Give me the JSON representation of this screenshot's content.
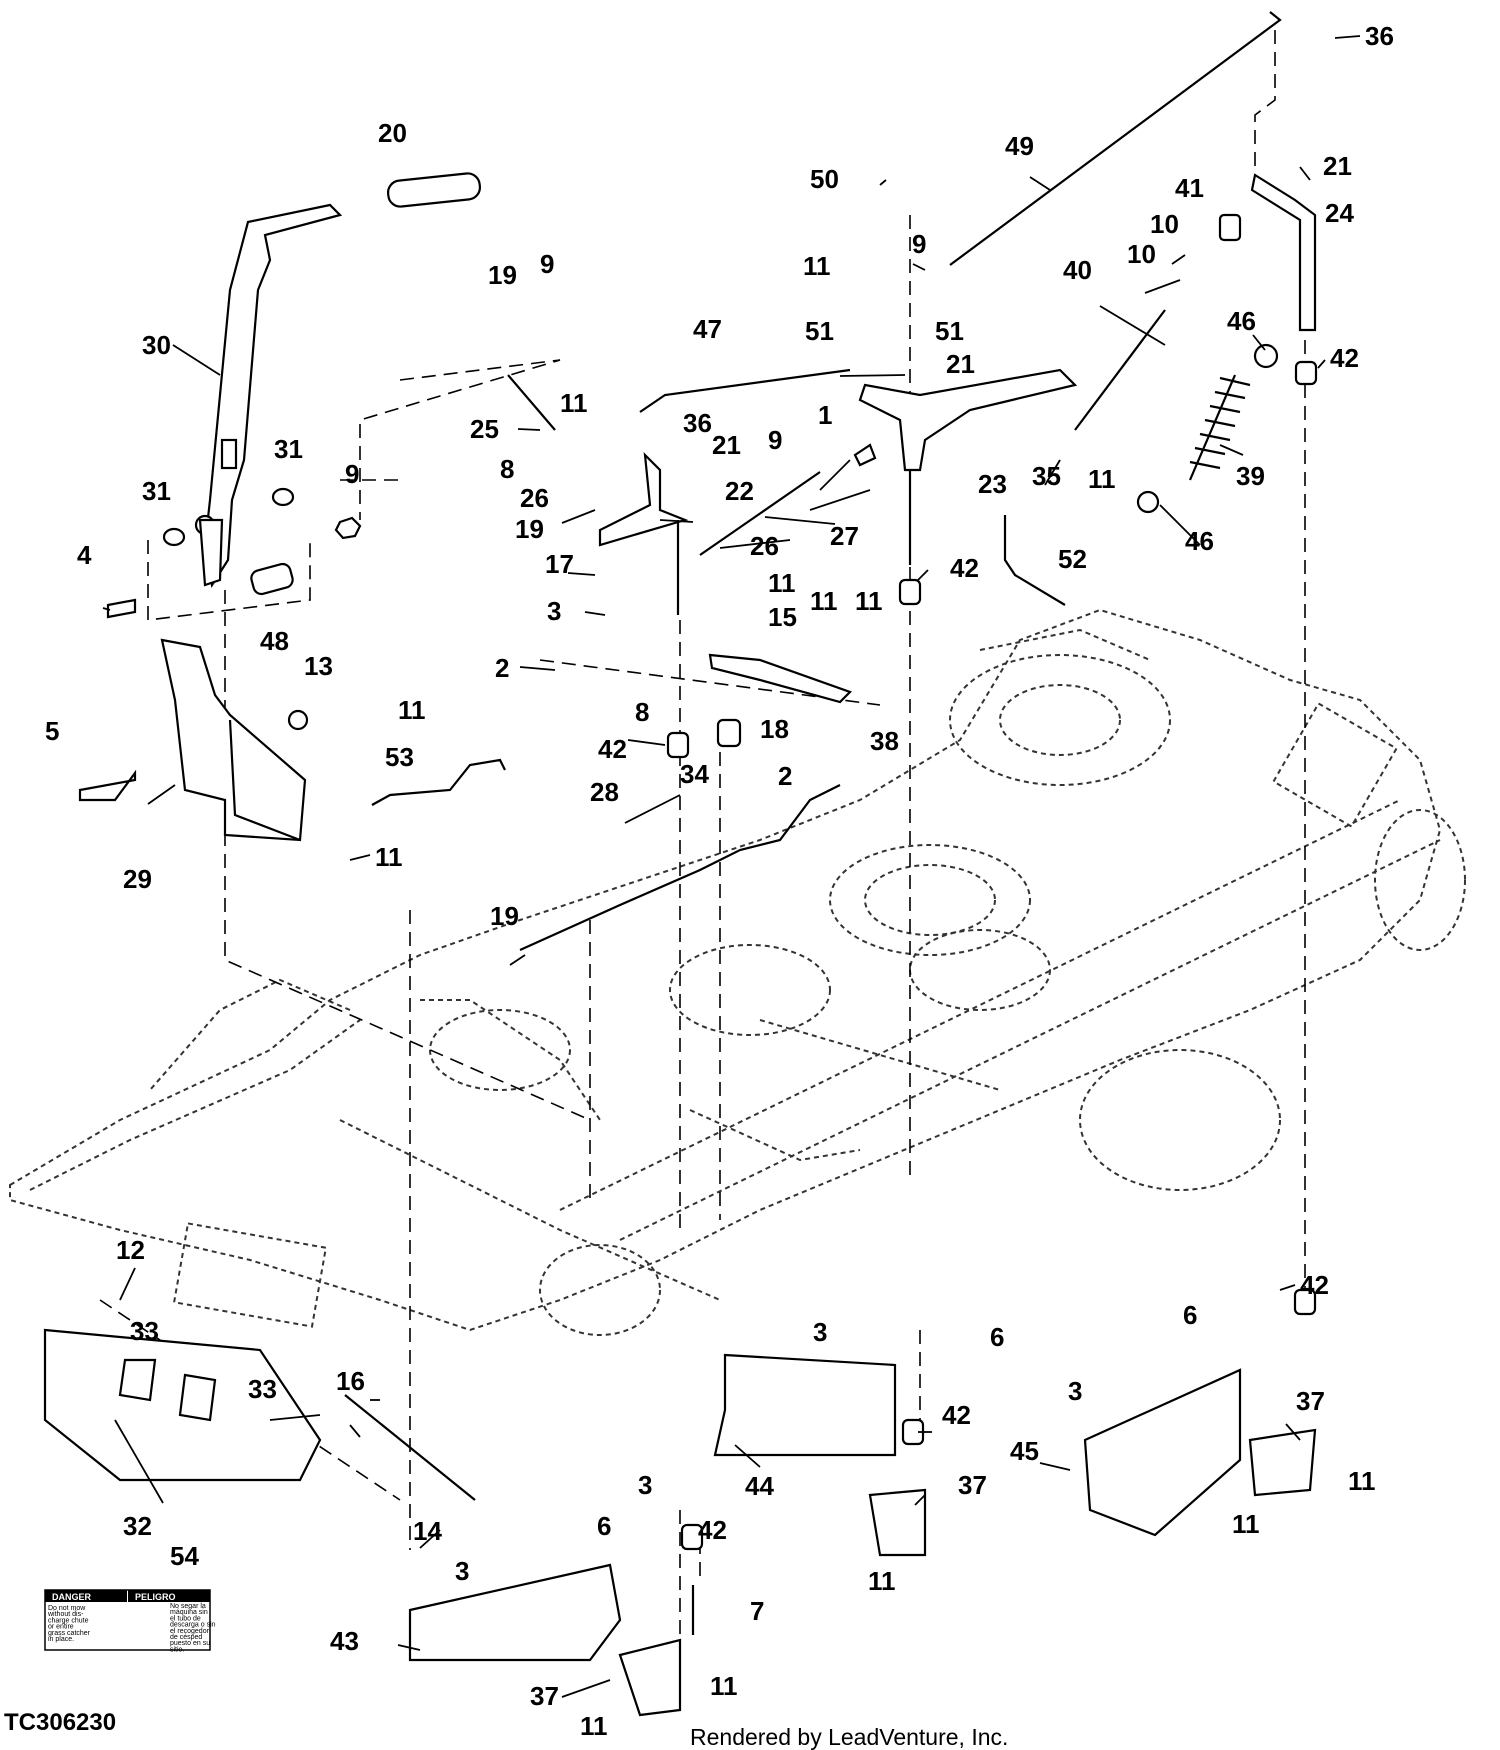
{
  "figure": {
    "id_label": "TC306230",
    "credit": "Rendered by LeadVenture, Inc."
  },
  "decal": {
    "left_heading": "DANGER",
    "right_heading": "PELIGRO",
    "left_text": [
      "Do not mow",
      "without dis-",
      "charge chute",
      "or entire",
      "grass catcher",
      "in place."
    ],
    "right_text": [
      "No segar la",
      "máquina sin",
      "el tubo de",
      "descarga o sin",
      "el recogedor",
      "de césped",
      "puesto en su",
      "sitio."
    ]
  },
  "callouts": {
    "c36a": "36",
    "c20": "20",
    "c49": "49",
    "c21a": "21",
    "c50": "50",
    "c41": "41",
    "c24": "24",
    "c10a": "10",
    "c9a": "9",
    "c10b": "10",
    "c19a": "19",
    "c9b": "9",
    "c30": "30",
    "c11a": "11",
    "c47": "47",
    "c51a": "51",
    "c51b": "51",
    "c40": "40",
    "c46a": "46",
    "c42a": "42",
    "c21b": "21",
    "c25": "25",
    "c11b": "11",
    "c36b": "36",
    "c1": "1",
    "c21c": "21",
    "c9c": "9",
    "c31a": "31",
    "c8a": "8",
    "c23": "23",
    "c39": "39",
    "c26a": "26",
    "c22": "22",
    "c35": "35",
    "c11c": "11",
    "c31b": "31",
    "c9d": "9",
    "c19b": "19",
    "c27": "27",
    "c4": "4",
    "c17": "17",
    "c26b": "26",
    "c52": "52",
    "c46b": "46",
    "c42b": "42",
    "c3a": "3",
    "c11d": "11",
    "c48": "48",
    "c15": "15",
    "c11e": "11",
    "c11f": "11",
    "c2a": "2",
    "c8b": "8",
    "c13": "13",
    "c18": "18",
    "c38": "38",
    "c5": "5",
    "c11g": "11",
    "c42c": "42",
    "c34": "34",
    "c53": "53",
    "c2b": "2",
    "c28": "28",
    "c29": "29",
    "c11h": "11",
    "c19c": "19",
    "c12": "12",
    "c42d": "42",
    "c6a": "6",
    "c33a": "33",
    "c3b": "3",
    "c6b": "6",
    "c33b": "33",
    "c16": "16",
    "c3c": "3",
    "c37a": "37",
    "c42e": "42",
    "c45": "45",
    "c11i": "11",
    "c3d": "3",
    "c44": "44",
    "c37b": "37",
    "c32": "32",
    "c14": "14",
    "c11j": "11",
    "c42f": "42",
    "c6c": "6",
    "c54": "54",
    "c3e": "3",
    "c11k": "11",
    "c7": "7",
    "c43": "43",
    "c11l": "11",
    "c37c": "37",
    "c11m": "11"
  }
}
